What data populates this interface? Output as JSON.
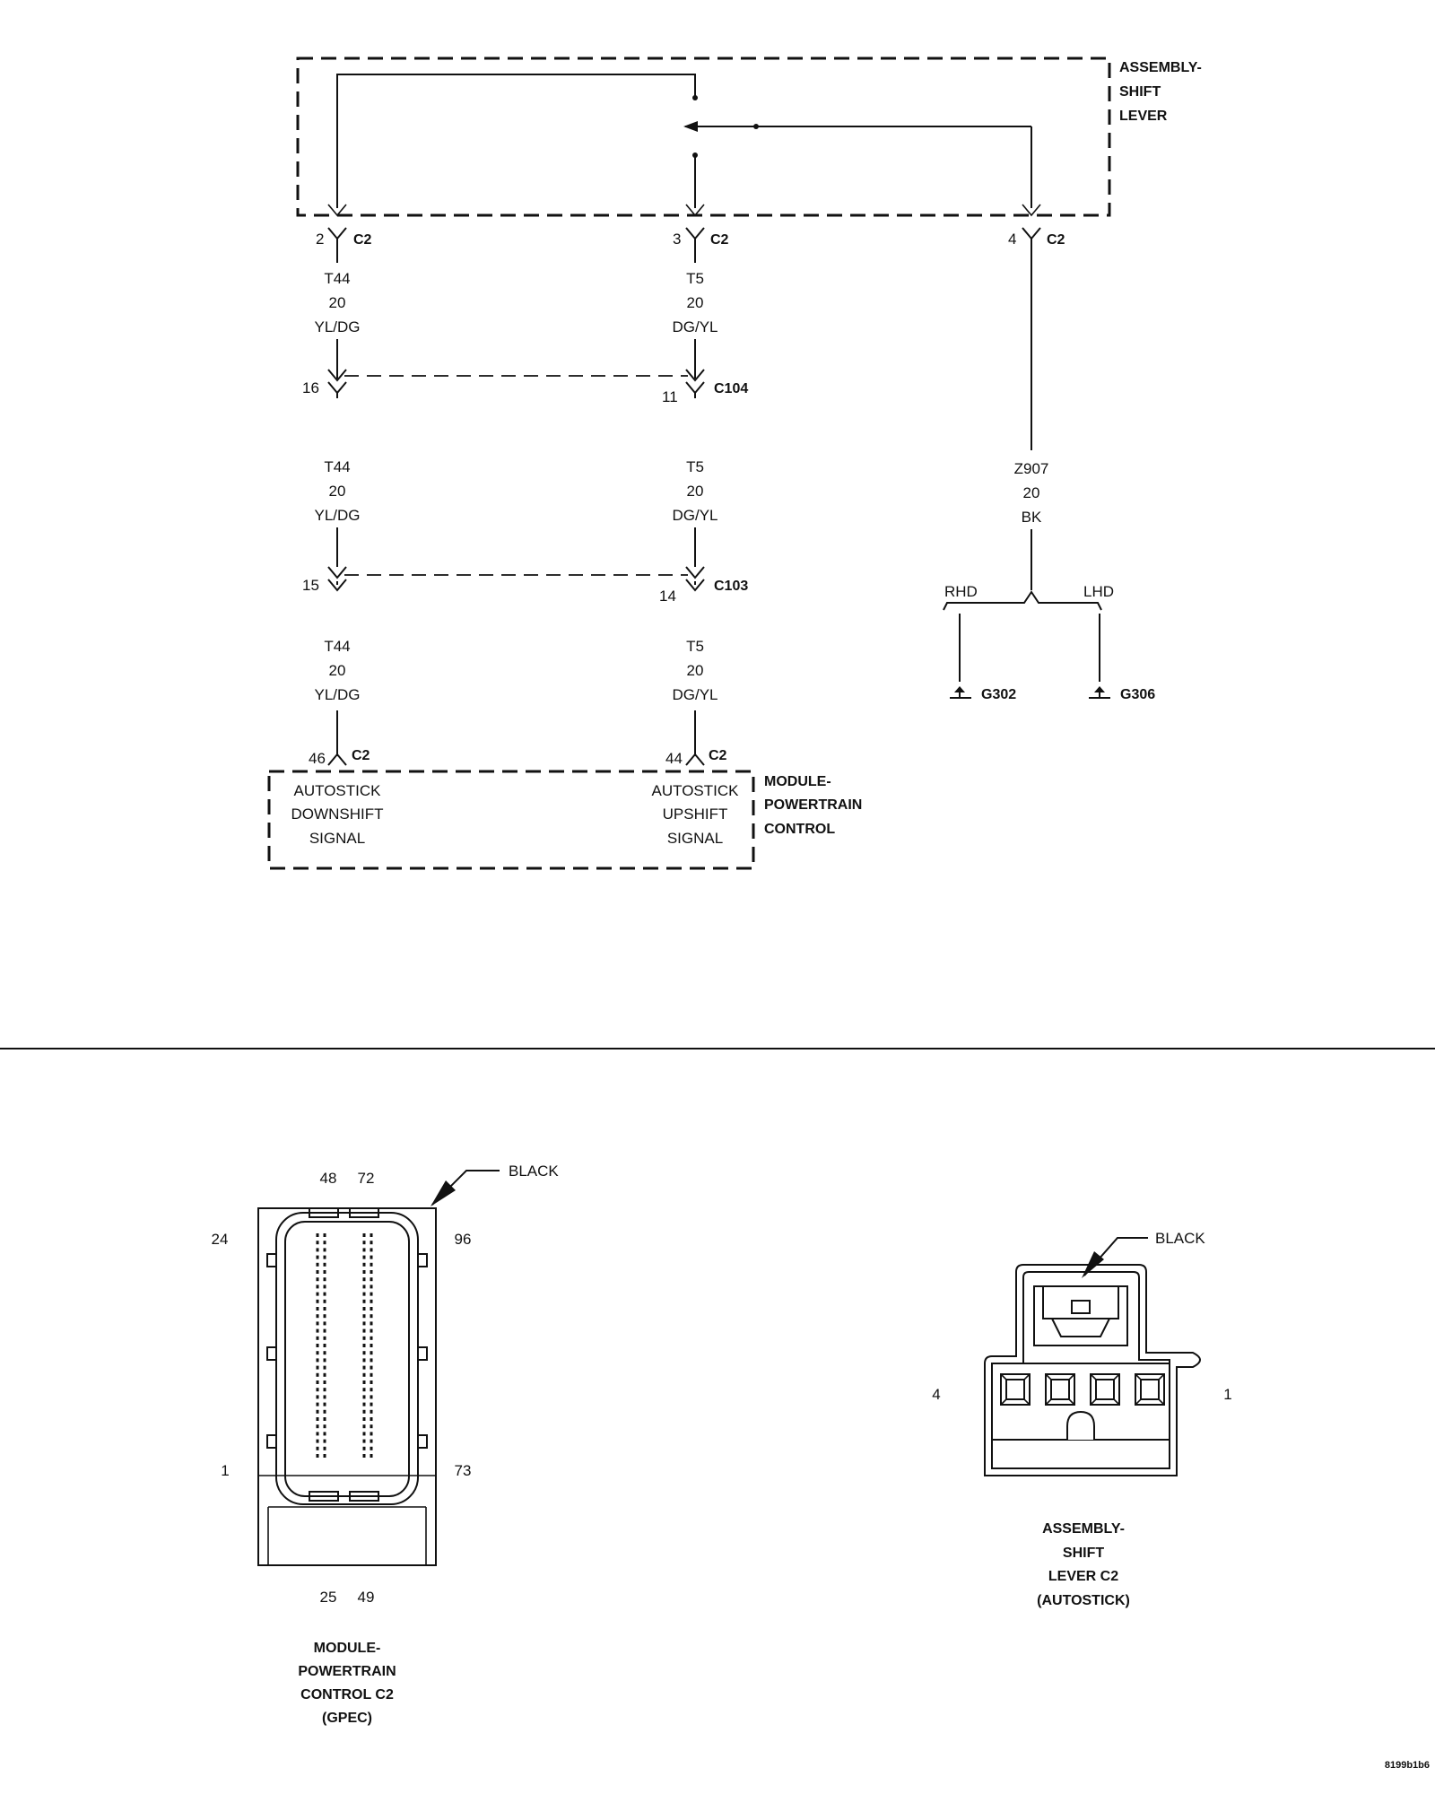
{
  "shift_lever": {
    "title_lines": [
      "ASSEMBLY-",
      "SHIFT",
      "LEVER"
    ]
  },
  "lever_pins": [
    {
      "pin": "2",
      "connector": "C2"
    },
    {
      "pin": "3",
      "connector": "C2"
    },
    {
      "pin": "4",
      "connector": "C2"
    }
  ],
  "wires": {
    "downshift": {
      "circuit": "T44",
      "gauge": "20",
      "color": "YL/DG"
    },
    "upshift": {
      "circuit": "T5",
      "gauge": "20",
      "color": "DG/YL"
    },
    "ground": {
      "circuit": "Z907",
      "gauge": "20",
      "color": "BK"
    }
  },
  "inline_connectors": [
    {
      "name": "C104",
      "left_pin": "16",
      "right_pin": "11"
    },
    {
      "name": "C103",
      "left_pin": "15",
      "right_pin": "14"
    }
  ],
  "ground_split": {
    "left_label": "RHD",
    "right_label": "LHD",
    "left_ground": "G302",
    "right_ground": "G306"
  },
  "pcm": {
    "title_lines": [
      "MODULE-",
      "POWERTRAIN",
      "CONTROL"
    ],
    "pins": [
      {
        "pin": "46",
        "connector": "C2"
      },
      {
        "pin": "44",
        "connector": "C2"
      }
    ],
    "left_signal_lines": [
      "AUTOSTICK",
      "DOWNSHIFT",
      "SIGNAL"
    ],
    "right_signal_lines": [
      "AUTOSTICK",
      "UPSHIFT",
      "SIGNAL"
    ]
  },
  "pcm_connector_view": {
    "color_label": "BLACK",
    "pin_labels": {
      "top_left": "48",
      "top_right": "72",
      "left_top": "24",
      "right_top": "96",
      "left_bottom": "1",
      "right_bottom": "73",
      "bottom_left": "25",
      "bottom_right": "49"
    },
    "caption_lines": [
      "MODULE-",
      "POWERTRAIN",
      "CONTROL C2",
      "(GPEC)"
    ]
  },
  "lever_connector_view": {
    "color_label": "BLACK",
    "pin_left": "4",
    "pin_right": "1",
    "caption_lines": [
      "ASSEMBLY-",
      "SHIFT",
      "LEVER C2",
      "(AUTOSTICK)"
    ]
  },
  "figure_id": "8199b1b6"
}
